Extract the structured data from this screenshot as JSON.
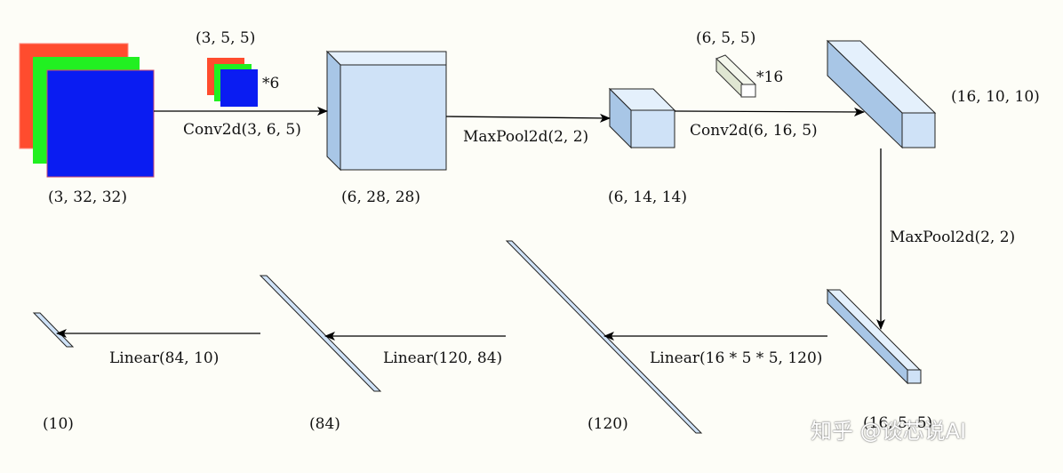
{
  "labels": {
    "input_shape": "(3, 32, 32)",
    "kernel1_shape": "(3, 5, 5)",
    "kernel1_count": "*6",
    "conv1_op": "Conv2d(3, 6, 5)",
    "conv1_out": "(6, 28, 28)",
    "pool1_op": "MaxPool2d(2, 2)",
    "pool1_out": "(6, 14, 14)",
    "kernel2_shape": "(6, 5, 5)",
    "kernel2_count": "*16",
    "conv2_op": "Conv2d(6, 16, 5)",
    "conv2_out": "(16, 10, 10)",
    "pool2_op": "MaxPool2d(2, 2)",
    "pool2_out": "(16, 5, 5)",
    "fc1_op": "Linear(16 * 5 * 5, 120)",
    "fc1_out": "(120)",
    "fc2_op": "Linear(120, 84)",
    "fc2_out": "(84)",
    "fc3_op": "Linear(84, 10)",
    "fc3_out": "(10)"
  },
  "watermark": "知乎 @谈芯说AI",
  "colors": {
    "red": "#ff4c2e",
    "green": "#21f021",
    "blue": "#0a1cf2",
    "block": "#cfe2f7",
    "block_side": "#a8c6e6",
    "block_top": "#e4f0fc"
  }
}
